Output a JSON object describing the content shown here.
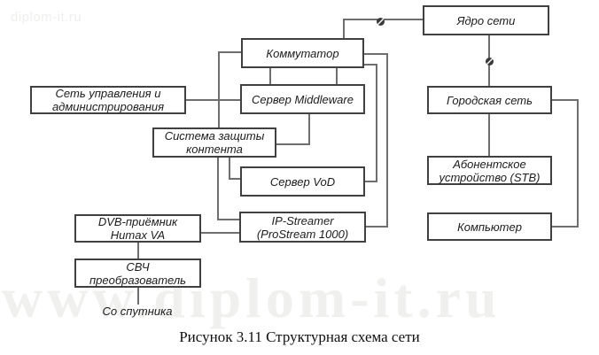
{
  "watermarks": {
    "small": "diplom-it.ru",
    "large": "www.diplom-it.ru"
  },
  "caption": "Рисунок 3.11 Структурная схема сети",
  "diagram": {
    "title_implicit": "Структурная схема сети",
    "nodes": {
      "yadro": {
        "label": "Ядро сети"
      },
      "kommutator": {
        "label": "Коммутатор"
      },
      "set_upr": {
        "label": "Сеть управления и администрирования"
      },
      "middleware": {
        "label": "Сервер Middleware"
      },
      "gorodskaya": {
        "label": "Городская сеть"
      },
      "sistema": {
        "label": "Система защиты контента"
      },
      "abonent": {
        "label": "Абонентское устройство (STB)"
      },
      "vod": {
        "label": "Сервер VoD"
      },
      "ipstreamer": {
        "label": "IP-Streamer (ProStream 1000)"
      },
      "dvb": {
        "label": "DVB-приёмник Humax VA"
      },
      "computer": {
        "label": "Компьютер"
      },
      "svch": {
        "label": "СВЧ преобразователь"
      }
    },
    "float_label": "Со спутника",
    "connection_marks": [
      {
        "name": "crossed-circle",
        "between": [
          "Коммутатор",
          "Ядро сети"
        ]
      },
      {
        "name": "crossed-circle",
        "between": [
          "Ядро сети",
          "Городская сеть"
        ]
      }
    ],
    "edges": [
      [
        "Коммутатор",
        "Ядро сети"
      ],
      [
        "Ядро сети",
        "Городская сеть"
      ],
      [
        "Городская сеть",
        "Абонентское устройство (STB)"
      ],
      [
        "Городская сеть",
        "Компьютер"
      ],
      [
        "Коммутатор",
        "Сервер Middleware"
      ],
      [
        "Сеть управления и администрирования",
        "Сервер Middleware"
      ],
      [
        "Коммутатор",
        "Система защиты контента"
      ],
      [
        "Сервер Middleware",
        "Система защиты контента"
      ],
      [
        "Система защиты контента",
        "Сервер VoD"
      ],
      [
        "Система защиты контента",
        "IP-Streamer (ProStream 1000)"
      ],
      [
        "Коммутатор",
        "Сервер VoD"
      ],
      [
        "Коммутатор",
        "IP-Streamer (ProStream 1000)"
      ],
      [
        "DVB-приёмник Humax VA",
        "IP-Streamer (ProStream 1000)"
      ],
      [
        "DVB-приёмник Humax VA",
        "СВЧ преобразователь"
      ],
      [
        "СВЧ преобразователь",
        "Со спутника"
      ]
    ]
  },
  "colors": {
    "background": "#ffffff",
    "box_border": "#404040",
    "connector": "#6e6e6e",
    "text": "#1c1c1c",
    "watermark": "#f0f1ee",
    "mark_fill": "#3a3a3a"
  }
}
